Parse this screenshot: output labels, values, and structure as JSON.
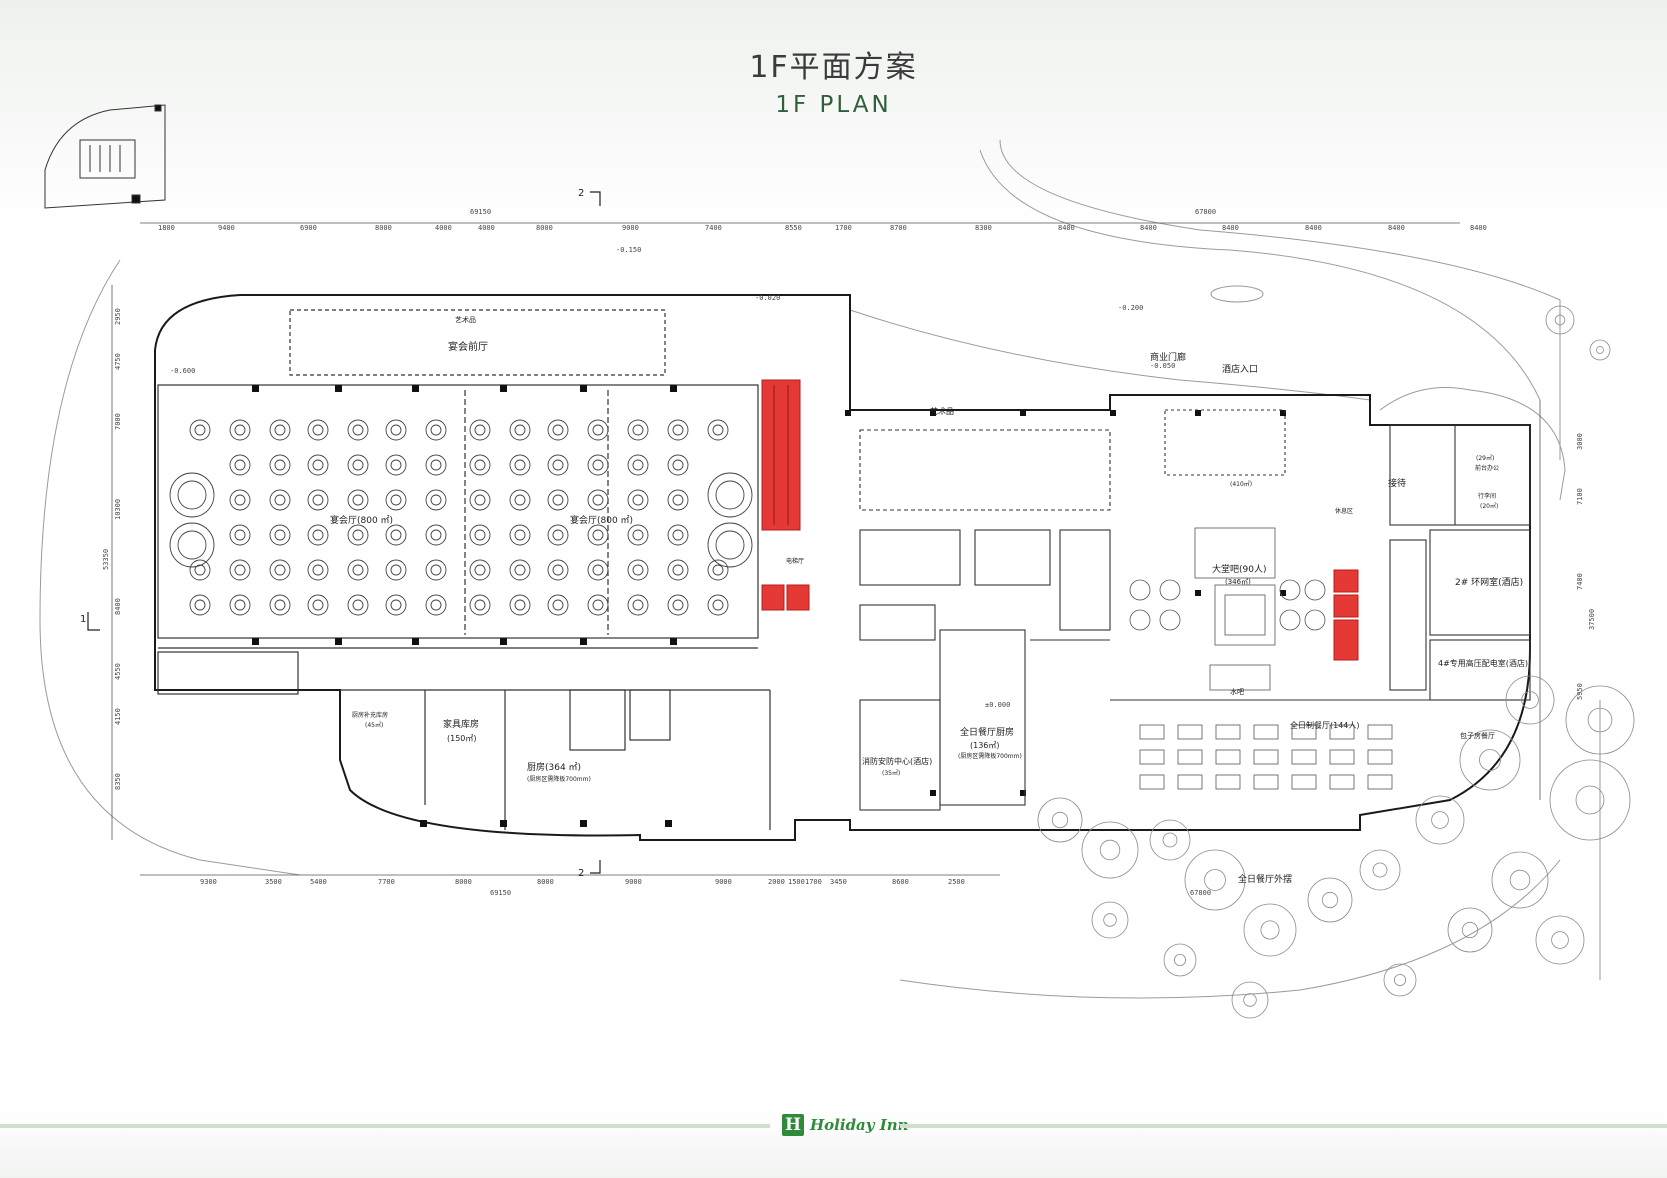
{
  "title_zh": "1F平面方案",
  "title_en": "1F  PLAN",
  "brand": "Holiday Inn",
  "colors": {
    "accent_green": "#2f8a3a",
    "highlight_red": "#e53935"
  },
  "section_marks": [
    "2",
    "2",
    "1"
  ],
  "overall_dims": {
    "left": "69150",
    "right": "67800"
  },
  "dims_top": [
    "1800",
    "9400",
    "6900",
    "8000",
    "4000",
    "4000",
    "8000",
    "9000",
    "7400",
    "8550",
    "1700",
    "8700",
    "8300",
    "8400",
    "8400",
    "8400",
    "8400",
    "8400",
    "8400"
  ],
  "dims_bottom": [
    "9300",
    "3500",
    "5400",
    "7700",
    "8000",
    "8000",
    "9000",
    "9000",
    "2000",
    "1500",
    "1700",
    "3450",
    "8600",
    "2500"
  ],
  "dims_left": [
    "2950",
    "4750",
    "7000",
    "10300",
    "53350",
    "8400",
    "4550",
    "4150",
    "8350"
  ],
  "dims_right": [
    "3000",
    "7100",
    "7400",
    "37500",
    "5950"
  ],
  "rooms": {
    "banquet_foyer": "宴会前厅",
    "art_1": "艺术品",
    "art_2": "艺术品",
    "banquet_a": "宴会厅(800 ㎡)",
    "banquet_b": "宴会厅(800 ㎡)",
    "furniture": "家具库房",
    "furniture_area": "(150㎡)",
    "kitchen": "厨房(364 ㎡)",
    "kitchen_note": "(厨房区需降板700mm)",
    "pantry": "厨房补充库房",
    "pantry_area": "(45㎡)",
    "fire_center": "消防安防中心(酒店)",
    "fire_area": "(35㎡)",
    "allday_kitchen": "全日餐厅厨房",
    "allday_kitchen_area": "(136㎡)",
    "allday_kitchen_note": "(厨房区需降板700mm)",
    "commercial_gallery": "商业门廊",
    "hotel_entrance": "酒店入口",
    "lobby_area": "(410㎡)",
    "lobby_bar": "大堂吧(90人)",
    "lobby_bar_area": "(346㎡)",
    "water_bar": "水吧",
    "reception": "接待",
    "office": "前台办公",
    "office_area": "(29㎡)",
    "luggage": "行李间",
    "luggage_area": "(20㎡)",
    "ring_room": "2# 环网室(酒店)",
    "hv_room": "4#专用高压配电室(酒店)",
    "allday_dining": "全日制餐厅(144人)",
    "outdoor_dining": "全日餐厅外摆",
    "elevator_hall": "电梯厅",
    "rest_area": "休息区",
    "private_room": "包子房餐厅"
  },
  "levels": [
    "-0.150",
    "-0.600",
    "-0.020",
    "-0.200",
    "±0.000",
    "-0.050"
  ]
}
